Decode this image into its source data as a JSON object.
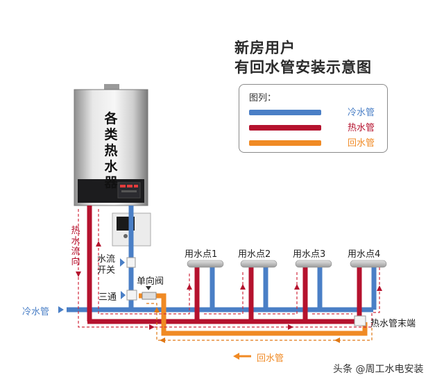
{
  "title": {
    "line1": "新房用户",
    "line2": "有回水管安装示意图"
  },
  "legend": {
    "heading": "图列：",
    "items": [
      {
        "label": "冷水管",
        "color": "#4a7fc6"
      },
      {
        "label": "热水管",
        "color": "#b5122e"
      },
      {
        "label": "回水管",
        "color": "#f08a24"
      }
    ]
  },
  "heater": {
    "label": "各类热水器"
  },
  "labels": {
    "hot_flow": "热水流向",
    "water_switch_line1": "水流",
    "water_switch_line2": "开关",
    "tee": "三通",
    "check_valve": "单向阀",
    "cold_pipe": "冷水管",
    "hot_pipe_end": "热水管末端",
    "return_pipe": "回水管"
  },
  "points": [
    "用水点1",
    "用水点2",
    "用水点3",
    "用水点4"
  ],
  "watermark": "头条 @周工水电安装",
  "colors": {
    "cold": "#4a7fc6",
    "hot": "#b5122e",
    "return": "#f08a24",
    "arrow_blue": "#4a7fc6",
    "arrow_red": "#b5122e"
  }
}
